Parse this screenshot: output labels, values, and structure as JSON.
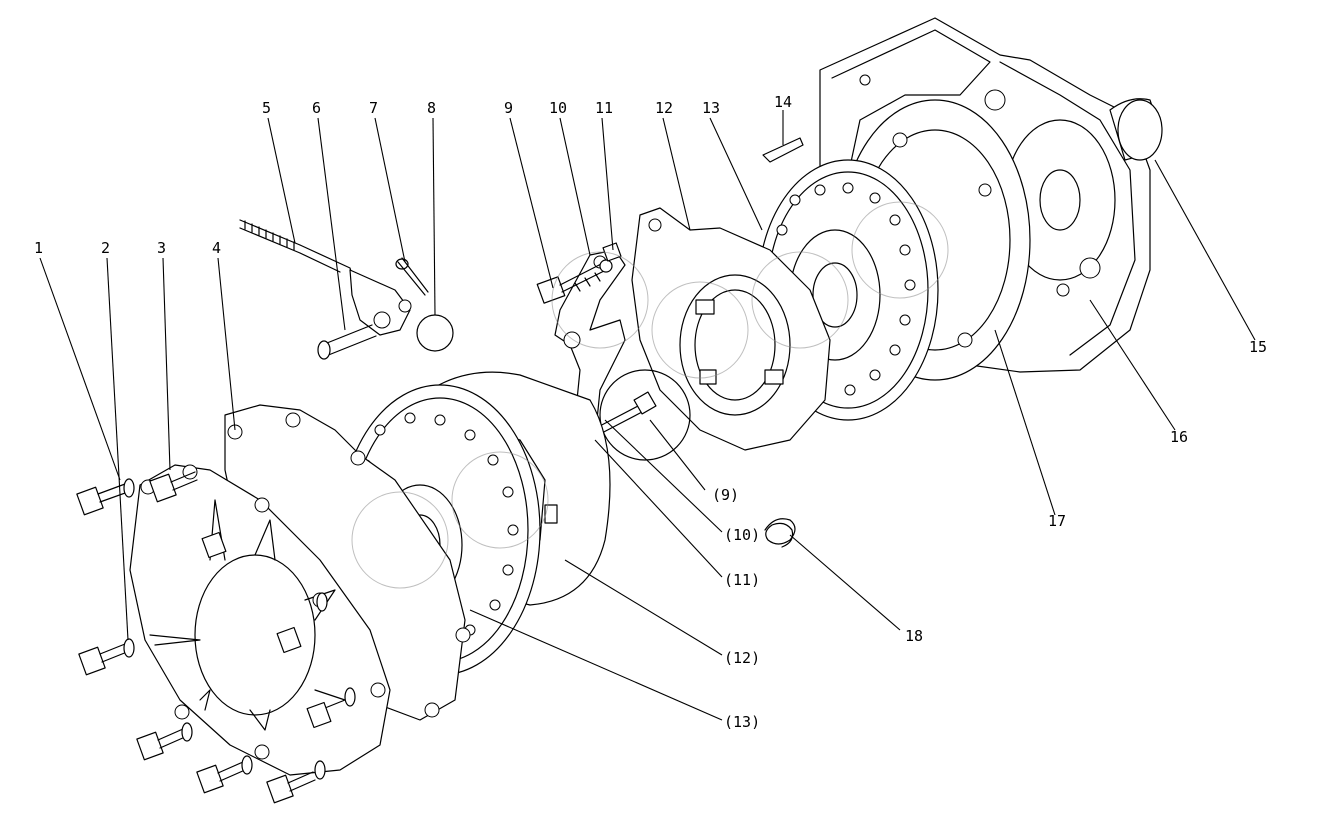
{
  "callouts": {
    "c1": "1",
    "c2": "2",
    "c3": "3",
    "c4": "4",
    "c5": "5",
    "c6": "6",
    "c7": "7",
    "c8": "8",
    "c9": "9",
    "c10": "10",
    "c11": "11",
    "c12": "12",
    "c13": "13",
    "c14": "14",
    "c15": "15",
    "c16": "16",
    "c17": "17",
    "c18": "18",
    "p9": "(9)",
    "p10": "(10)",
    "p11": "(11)",
    "p12": "(12)",
    "p13": "(13)"
  }
}
